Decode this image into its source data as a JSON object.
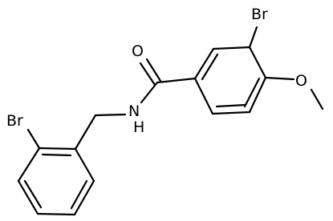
{
  "molecule": {
    "atom_labels": {
      "oxygen_carbonyl": "O",
      "nitrogen_amide": "N",
      "hydrogen_amide": "H",
      "bromine_top": "Br",
      "oxygen_methoxy": "O",
      "bromine_left": "Br"
    },
    "colors": {
      "bond": "#000000",
      "text": "#000000",
      "background": "#ffffff"
    }
  }
}
